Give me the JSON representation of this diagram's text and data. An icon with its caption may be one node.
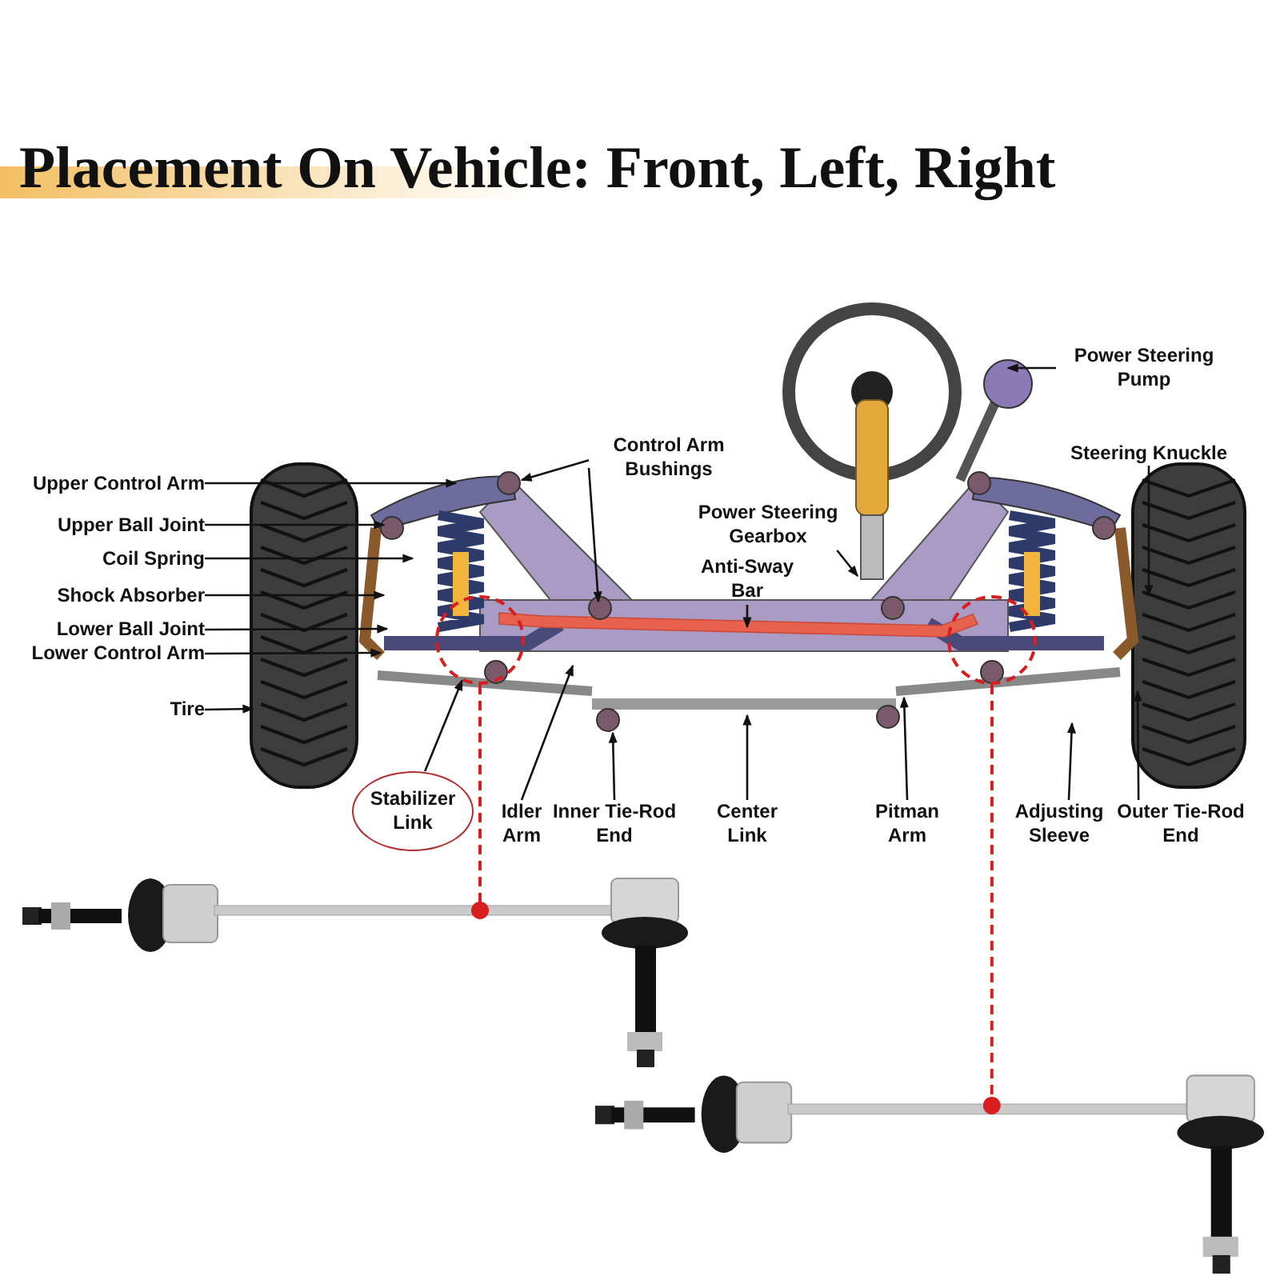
{
  "diagram": {
    "title": "Placement On Vehicle: Front, Left, Right",
    "nodes": [
      {
        "text": [
          "Upper Control Arm"
        ]
      },
      {
        "text": [
          "Upper Ball Joint"
        ]
      },
      {
        "text": [
          "Coil Spring"
        ]
      },
      {
        "text": [
          "Shock Absorber"
        ]
      },
      {
        "text": [
          "Lower Ball Joint"
        ]
      },
      {
        "text": [
          "Lower Control Arm"
        ]
      },
      {
        "text": [
          "Tire"
        ]
      },
      {
        "text": [
          "Control Arm Bushings"
        ]
      },
      {
        "text": [
          "Power Steering Pump"
        ]
      },
      {
        "text": [
          "Steering Knuckle"
        ]
      },
      {
        "text": [
          "Power Steering Gearbox"
        ]
      },
      {
        "text": [
          "Anti-Sway Bar"
        ]
      },
      {
        "text": [
          "Stabilizer Link"
        ]
      },
      {
        "text": [
          "Idler Arm"
        ]
      },
      {
        "text": [
          "Inner Tie-Rod End"
        ]
      },
      {
        "text": [
          "Center Link"
        ]
      },
      {
        "text": [
          "Pitman Arm"
        ]
      },
      {
        "text": [
          "Adjusting Sleeve"
        ]
      },
      {
        "text": [
          "Outer Tie-Rod End"
        ]
      },
      {
        "text": [],
        "shape": "circle"
      },
      {
        "text": [],
        "shape": "circle"
      },
      {
        "text": [],
        "shape": "picture"
      },
      {
        "text": [],
        "shape": "picture"
      }
    ],
    "edges": [
      {
        "from": 0,
        "to": null,
        "arrow": "to"
      },
      {
        "from": 1,
        "to": null,
        "arrow": "to"
      },
      {
        "from": 2,
        "to": null,
        "arrow": "to"
      },
      {
        "from": 3,
        "to": null,
        "arrow": "to"
      },
      {
        "from": 4,
        "to": null,
        "arrow": "to"
      },
      {
        "from": 5,
        "to": null,
        "arrow": "to"
      },
      {
        "from": 6,
        "to": null,
        "arrow": "to"
      },
      {
        "from": 7,
        "to": null,
        "arrow": "to"
      },
      {
        "from": 7,
        "to": null,
        "arrow": "to"
      },
      {
        "from": 8,
        "to": null,
        "arrow": "to"
      },
      {
        "from": 9,
        "to": null,
        "arrow": "to"
      },
      {
        "from": 10,
        "to": null,
        "arrow": "to"
      },
      {
        "from": 11,
        "to": null,
        "arrow": "to"
      },
      {
        "from": 12,
        "to": 19,
        "arrow": "to"
      },
      {
        "from": 13,
        "to": null,
        "arrow": "to"
      },
      {
        "from": 14,
        "to": null,
        "arrow": "to"
      },
      {
        "from": 15,
        "to": null,
        "arrow": "to"
      },
      {
        "from": 16,
        "to": null,
        "arrow": "to"
      },
      {
        "from": 17,
        "to": null,
        "arrow": "to"
      },
      {
        "from": 18,
        "to": null,
        "arrow": "to"
      },
      {
        "from": 19,
        "to": 21,
        "arrow": "other",
        "style": "dashed",
        "color": "#d81e1e"
      },
      {
        "from": 20,
        "to": 22,
        "arrow": "other",
        "style": "dashed",
        "color": "#d81e1e"
      }
    ]
  }
}
